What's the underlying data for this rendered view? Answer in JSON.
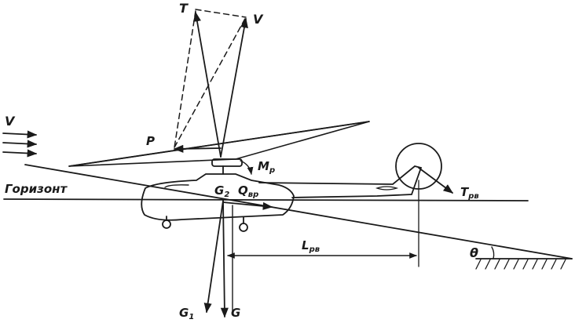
{
  "labels": {
    "T": "T",
    "V_top": "V",
    "V_left": "V",
    "P": "P",
    "Mp": "M",
    "Mp_sub": "р",
    "horizon": "Горизонт",
    "G2": "G",
    "G2_sub": "2",
    "Q": "Q",
    "Q_sub": "вр",
    "Trv": "T",
    "Trv_sub": "рв",
    "Lrv": "L",
    "Lrv_sub": "рв",
    "theta": "θ",
    "G1": "G",
    "G1_sub": "1",
    "G": "G"
  },
  "colors": {
    "ink": "#1a1a1a",
    "background": "#ffffff"
  }
}
